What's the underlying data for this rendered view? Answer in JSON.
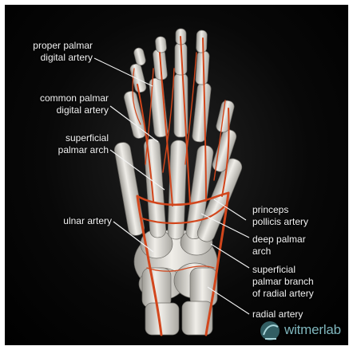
{
  "image": {
    "subject": "3D-rendered skeleton of a hand with its arteries highlighted in red-orange"
  },
  "labels": {
    "proper_palmar_digital_artery": [
      "proper palmar",
      "digital artery"
    ],
    "common_palmar_digital_artery": [
      "common palmar",
      "digital artery"
    ],
    "superficial_palmar_arch": [
      "superficial",
      "palmar arch"
    ],
    "ulnar_artery": "ulnar artery",
    "princeps_pollicis_artery": [
      "princeps",
      "pollicis artery"
    ],
    "deep_palmar_arch": [
      "deep palmar",
      "arch"
    ],
    "superficial_palmar_branch_of_radial_artery": [
      "superficial",
      "palmar branch",
      "of radial artery"
    ],
    "radial_artery": "radial artery"
  },
  "logo": {
    "text": "witmerlab"
  },
  "colors": {
    "bone": "#e6e4df",
    "artery": "#d2461c",
    "label": "#f2f2f2",
    "logo": "#7fb6bd",
    "background": "#000000"
  }
}
